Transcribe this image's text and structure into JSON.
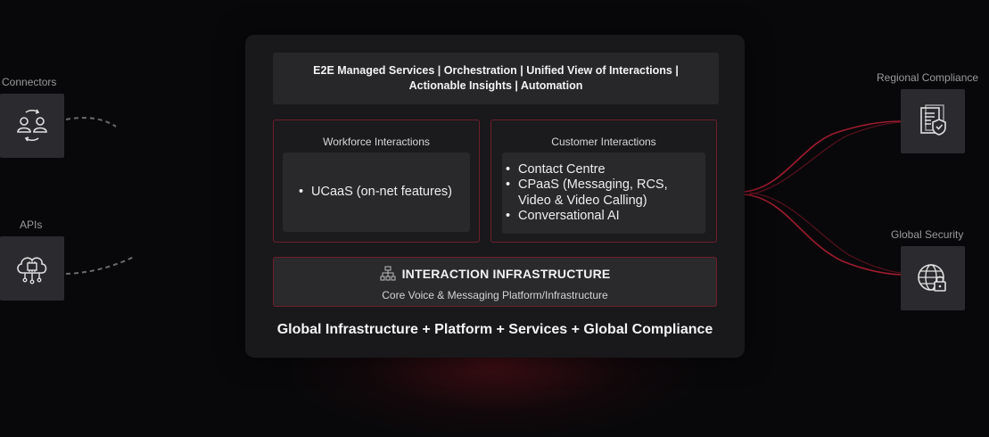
{
  "top_banner": {
    "line1": "E2E Managed Services | Orchestration | Unified View of Interactions |",
    "line2": "Actionable Insights | Automation"
  },
  "workforce": {
    "title": "Workforce Interactions",
    "items": [
      "UCaaS (on-net features)"
    ]
  },
  "customer": {
    "title": "Customer Interactions",
    "items": [
      "Contact Centre",
      "CPaaS (Messaging, RCS,",
      "Video & Video Calling)",
      "Conversational AI"
    ]
  },
  "infrastructure": {
    "icon": "network-hierarchy-icon",
    "title": "INTERACTION INFRASTRUCTURE",
    "subtitle": "Core Voice & Messaging Platform/Infrastructure"
  },
  "footer": "Global Infrastructure + Platform + Services +  Global Compliance",
  "left_nodes": [
    {
      "label": "Connectors",
      "icon": "users-exchange-icon"
    },
    {
      "label": "APIs",
      "icon": "cloud-chip-icon"
    }
  ],
  "right_nodes": [
    {
      "label": "Regional Compliance",
      "icon": "compliance-document-shield-icon"
    },
    {
      "label": "Global Security",
      "icon": "globe-lock-icon"
    }
  ],
  "colors": {
    "accent": "#c0223a",
    "border": "#6e1f2a",
    "background": "#08080a",
    "panel": "#19181b"
  }
}
